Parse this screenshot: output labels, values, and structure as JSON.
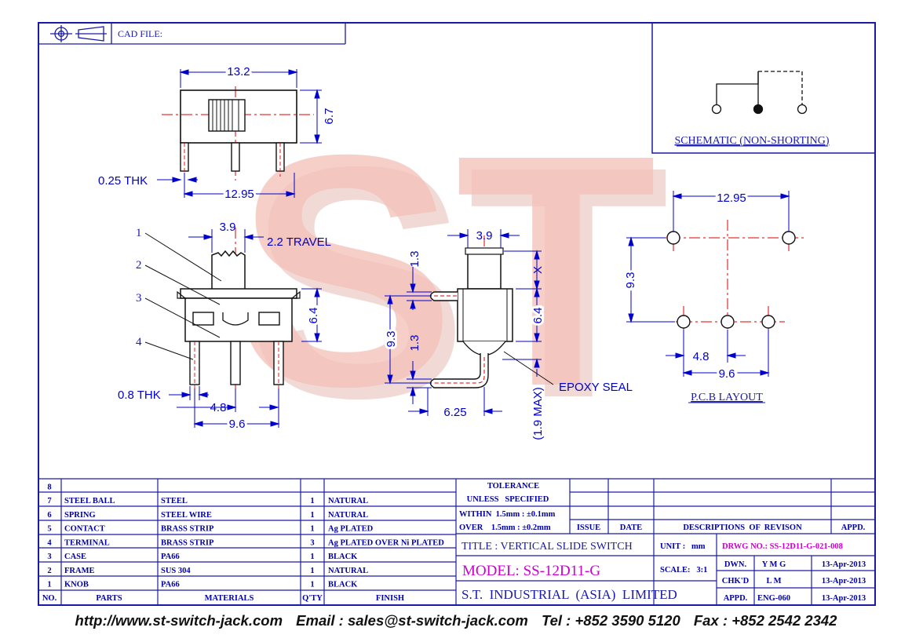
{
  "header": {
    "cad_file_label": "CAD FILE:"
  },
  "watermark": {
    "text": "ST"
  },
  "top_view": {
    "width_dim": "13.2",
    "height_dim": "6.7",
    "thk_label": "0.25 THK",
    "pin_span_dim": "12.95"
  },
  "front_view": {
    "callouts": [
      "1",
      "2",
      "3",
      "4"
    ],
    "knob_dim": "3.9",
    "travel_label": "2.2 TRAVEL",
    "body_height_dim": "6.4",
    "thk_label": "0.8 THK",
    "pitch_dim": "4.8",
    "span_dim": "9.6"
  },
  "side_view": {
    "knob_dim": "3.9",
    "dim_1_3_top": "1.3",
    "dim_x": "X",
    "dim_6_4": "6.4",
    "dim_9_3": "9.3",
    "dim_1_3_bottom": "1.3",
    "dim_1_9_max": "(1.9 MAX)",
    "dim_6_25": "6.25",
    "epoxy_label": "EPOXY SEAL"
  },
  "schematic": {
    "label": "SCHEMATIC (NON-SHORTING)"
  },
  "pcb_layout": {
    "span_dim": "12.95",
    "height_dim": "9.3",
    "pitch_dim": "4.8",
    "bottom_span_dim": "9.6",
    "label": "P.C.B LAYOUT"
  },
  "parts_table": {
    "headers": {
      "no": "NO.",
      "parts": "PARTS",
      "materials": "MATERIALS",
      "qty": "Q'TY",
      "finish": "FINISH"
    },
    "rows": [
      {
        "no": "8",
        "part": "",
        "material": "",
        "qty": "",
        "finish": ""
      },
      {
        "no": "7",
        "part": "STEEL BALL",
        "material": "STEEL",
        "qty": "1",
        "finish": "NATURAL"
      },
      {
        "no": "6",
        "part": "SPRING",
        "material": "STEEL WIRE",
        "qty": "1",
        "finish": "NATURAL"
      },
      {
        "no": "5",
        "part": "CONTACT",
        "material": "BRASS STRIP",
        "qty": "1",
        "finish": "Ag PLATED"
      },
      {
        "no": "4",
        "part": "TERMINAL",
        "material": "BRASS STRIP",
        "qty": "3",
        "finish": "Ag PLATED OVER Ni PLATED"
      },
      {
        "no": "3",
        "part": "CASE",
        "material": "PA66",
        "qty": "1",
        "finish": "BLACK"
      },
      {
        "no": "2",
        "part": "FRAME",
        "material": "SUS 304",
        "qty": "1",
        "finish": "NATURAL"
      },
      {
        "no": "1",
        "part": "KNOB",
        "material": "PA66",
        "qty": "1",
        "finish": "BLACK"
      }
    ]
  },
  "title_block": {
    "tolerance_line1": "TOLERANCE",
    "tolerance_line2": "UNLESS   SPECIFIED",
    "within": "WITHIN  1.5mm : ±0.1mm",
    "over": "OVER    1.5mm : ±0.2mm",
    "issue": "ISSUE",
    "date": "DATE",
    "descriptions": "DESCRIPTIONS  OF  REVISON",
    "appd_header": "APPD.",
    "title": "TITLE : VERTICAL SLIDE SWITCH",
    "unit": "UNIT :   mm",
    "drwg": "DRWG NO.: SS-12D11-G-021-008",
    "model": "MODEL: SS-12D11-G",
    "scale": "SCALE:   3:1",
    "company": "S.T.  INDUSTRIAL  (ASIA)  LIMITED",
    "sign_rows": [
      {
        "role": "DWN.",
        "name": "Y M G",
        "date": "13-Apr-2013"
      },
      {
        "role": "CHK'D",
        "name": "L M",
        "date": "13-Apr-2013"
      },
      {
        "role": "APPD.",
        "name": "ENG-060",
        "date": "13-Apr-2013"
      }
    ]
  },
  "footer": {
    "url": "http://www.st-switch-jack.com",
    "email": "Email : sales@st-switch-jack.com",
    "tel": "Tel : +852 3590 5120",
    "fax": "Fax : +852 2542 2342"
  },
  "colors": {
    "drawing": "#1a1aa8",
    "centerline": "#e00000",
    "watermark": "#f2b8b0",
    "magenta": "#cc00cc"
  }
}
